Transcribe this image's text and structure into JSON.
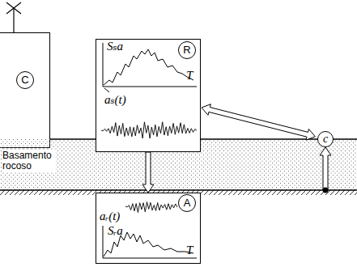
{
  "diagram": {
    "nodes": [
      {
        "text": [
          "C"
        ]
      },
      {
        "text": [
          "R",
          "Sₛa",
          "aₛ(t)",
          "T"
        ]
      },
      {
        "text": [
          "c"
        ]
      },
      {
        "text": [
          "A",
          "aᵣ(t)",
          "Sᵣa",
          "T"
        ]
      }
    ],
    "edges": [
      {
        "from": 1,
        "to": 3,
        "arrow": "to"
      },
      {
        "from": 1,
        "to": 2,
        "arrow": "both"
      }
    ],
    "labels": [
      "Basamento rocoso"
    ]
  }
}
